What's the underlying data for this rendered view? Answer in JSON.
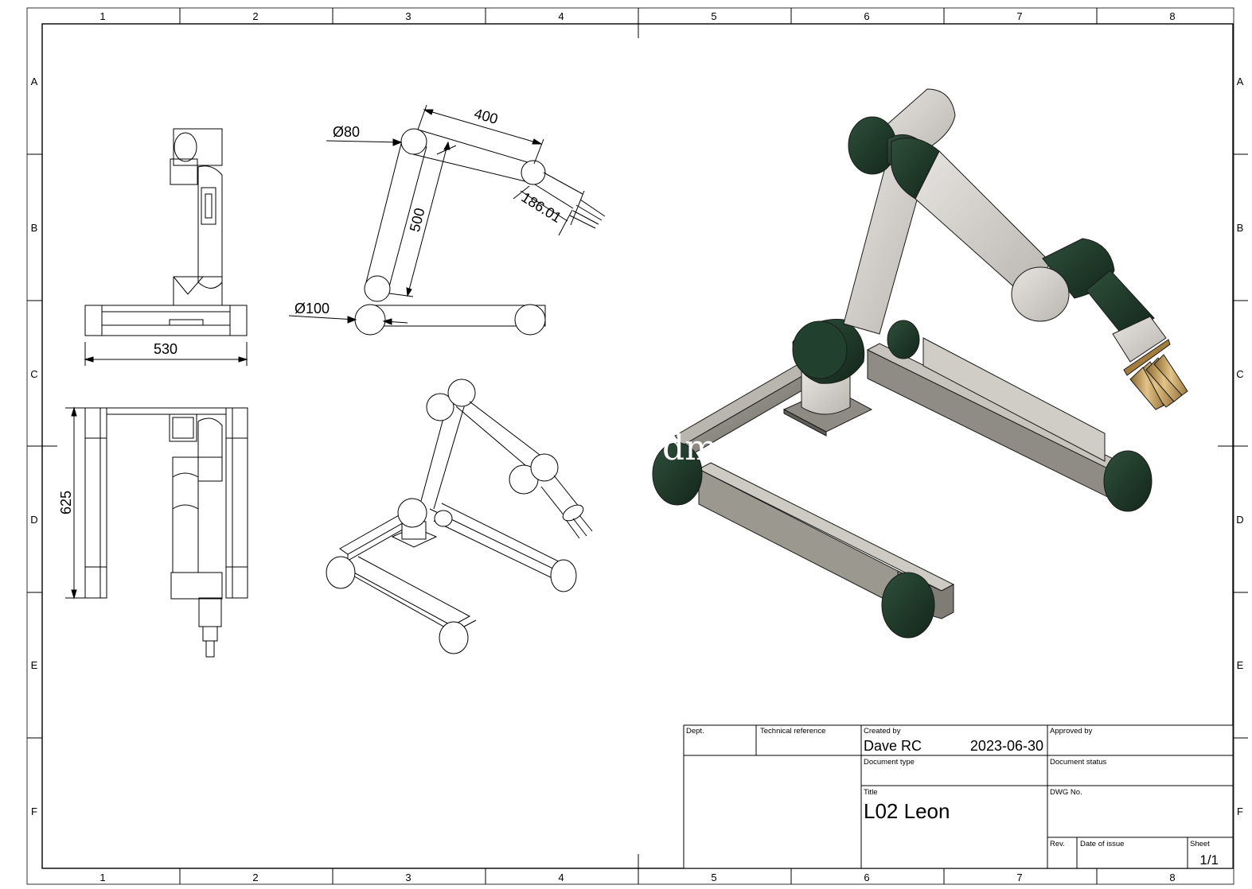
{
  "grid": {
    "columns": [
      "1",
      "2",
      "3",
      "4",
      "5",
      "6",
      "7",
      "8"
    ],
    "rows": [
      "A",
      "B",
      "C",
      "D",
      "E",
      "F"
    ]
  },
  "dimensions": {
    "top_width": "530",
    "side_height": "625",
    "base_diameter": "Ø100",
    "joint_diameter": "Ø80",
    "lower_arm": "500",
    "upper_arm": "400",
    "tool_length": "186.01"
  },
  "title_block": {
    "dept_label": "Dept.",
    "tech_ref_label": "Technical reference",
    "created_by_label": "Created by",
    "created_by": "Dave RC",
    "date": "2023-06-30",
    "approved_by_label": "Approved by",
    "document_type_label": "Document type",
    "document_status_label": "Document status",
    "title_label": "Title",
    "title": "L02 Leon",
    "dwg_no_label": "DWG No.",
    "rev_label": "Rev.",
    "date_of_issue_label": "Date of issue",
    "sheet_label": "Sheet",
    "sheet": "1/1"
  },
  "watermark": "dmc",
  "colors": {
    "frame": "#000000",
    "arm_light": "#d8d6d2",
    "arm_dark": "#1f3a2a",
    "base_metal": "#8a887e",
    "gripper": "#c9a86a"
  }
}
